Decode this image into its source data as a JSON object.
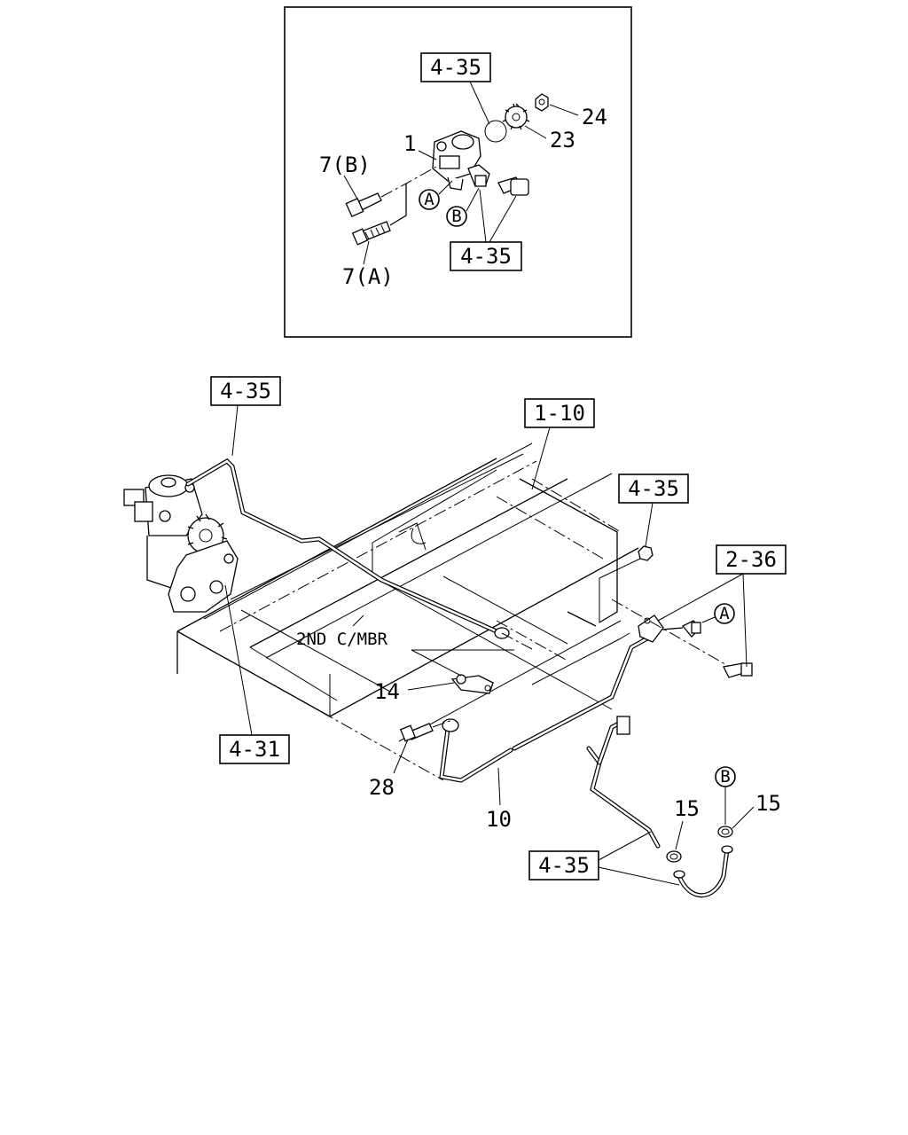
{
  "inset": {
    "ref_top": "4-35",
    "ref_bottom": "4-35",
    "callouts": {
      "p1": "1",
      "p7b": "7(B)",
      "p7a": "7(A)",
      "p23": "23",
      "p24": "24"
    },
    "markers": {
      "a": "A",
      "b": "B"
    }
  },
  "main": {
    "refs": {
      "r1": "4-35",
      "r2": "1-10",
      "r3": "4-35",
      "r4": "2-36",
      "r5": "4-31",
      "r6": "4-35"
    },
    "member_label": "2ND C/MBR",
    "callouts": {
      "p10": "10",
      "p14": "14",
      "p15a": "15",
      "p15b": "15",
      "p28": "28"
    },
    "markers": {
      "a": "A",
      "b": "B"
    }
  }
}
